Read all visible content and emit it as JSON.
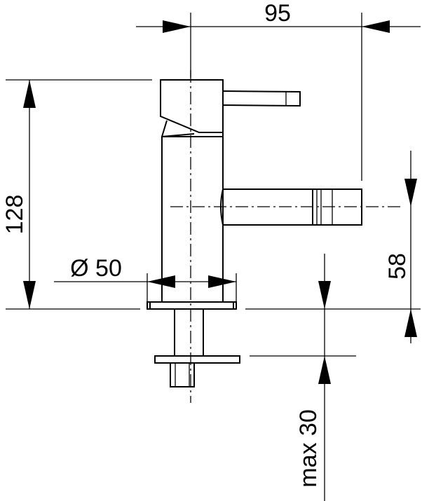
{
  "drawing": {
    "dimensions": {
      "width_label": "95",
      "height_label": "128",
      "diameter_label": "Ø 50",
      "spout_height_label": "58",
      "max_thickness_label": "max 30"
    },
    "colors": {
      "line": "#000000",
      "background": "#ffffff"
    }
  }
}
